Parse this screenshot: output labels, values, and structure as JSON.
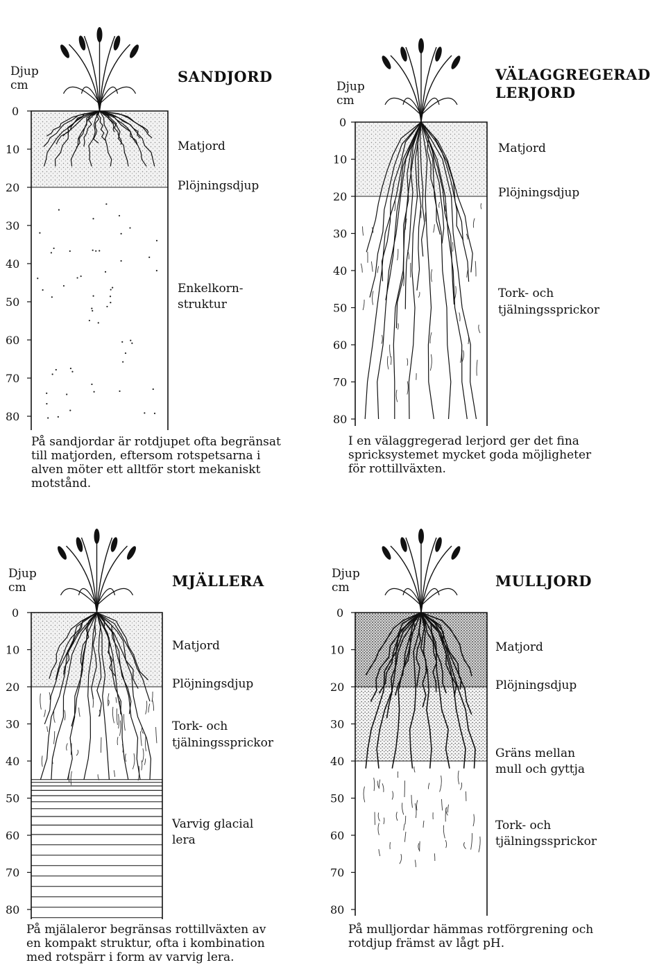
{
  "panels": [
    {
      "id": "sandjord",
      "title": [
        "SANDJORD"
      ],
      "depth_label": [
        "Djup",
        "cm"
      ],
      "ticks": [
        "0",
        "10",
        "20",
        "30",
        "40",
        "50",
        "60",
        "70",
        "80"
      ],
      "labels": [
        {
          "lines": [
            "Matjord"
          ]
        },
        {
          "lines": [
            "Plöjningsdjup"
          ]
        },
        {
          "lines": [
            "Enkelkorn-",
            "struktur"
          ]
        }
      ],
      "caption": [
        "På sandjordar är rotdjupet ofta begränsat",
        "till matjorden, eftersom rotspetsarna i",
        "alven möter ett alltför stort mekaniskt",
        "motstånd."
      ]
    },
    {
      "id": "lerjord",
      "title": [
        "VÄLAGGREGERAD",
        "LERJORD"
      ],
      "depth_label": [
        "Djup",
        "cm"
      ],
      "ticks": [
        "0",
        "10",
        "20",
        "30",
        "40",
        "50",
        "60",
        "70",
        "80"
      ],
      "labels": [
        {
          "lines": [
            "Matjord"
          ]
        },
        {
          "lines": [
            "Plöjningsdjup"
          ]
        },
        {
          "lines": [
            "Tork- och",
            "tjälningssprickor"
          ]
        }
      ],
      "caption": [
        "I en välaggregerad lerjord ger det fina",
        "spricksystemet mycket goda möjligheter",
        "för rottillväxten."
      ]
    },
    {
      "id": "mjallera",
      "title": [
        "MJÄLLERA"
      ],
      "depth_label": [
        "Djup",
        "cm"
      ],
      "ticks": [
        "0",
        "10",
        "20",
        "30",
        "40",
        "50",
        "60",
        "70",
        "80"
      ],
      "labels": [
        {
          "lines": [
            "Matjord"
          ]
        },
        {
          "lines": [
            "Plöjningsdjup"
          ]
        },
        {
          "lines": [
            "Tork- och",
            "tjälningssprickor"
          ]
        },
        {
          "lines": [
            "Varvig glacial",
            "lera"
          ]
        }
      ],
      "caption": [
        "På mjälaleror begränsas rottillväxten av",
        "en kompakt struktur, ofta i kombination",
        "med rotspärr i form av varvig lera."
      ]
    },
    {
      "id": "mulljord",
      "title": [
        "MULLJORD"
      ],
      "depth_label": [
        "Djup",
        "cm"
      ],
      "ticks": [
        "0",
        "10",
        "20",
        "30",
        "40",
        "50",
        "60",
        "70",
        "80"
      ],
      "labels": [
        {
          "lines": [
            "Matjord"
          ]
        },
        {
          "lines": [
            "Plöjningsdjup"
          ]
        },
        {
          "lines": [
            "Gräns mellan",
            "mull och gyttja"
          ]
        },
        {
          "lines": [
            "Tork- och",
            "tjälningssprickor"
          ]
        }
      ],
      "caption": [
        "På mulljordar hämmas rotförgrening och",
        "rotdjup främst av lågt pH."
      ]
    }
  ]
}
